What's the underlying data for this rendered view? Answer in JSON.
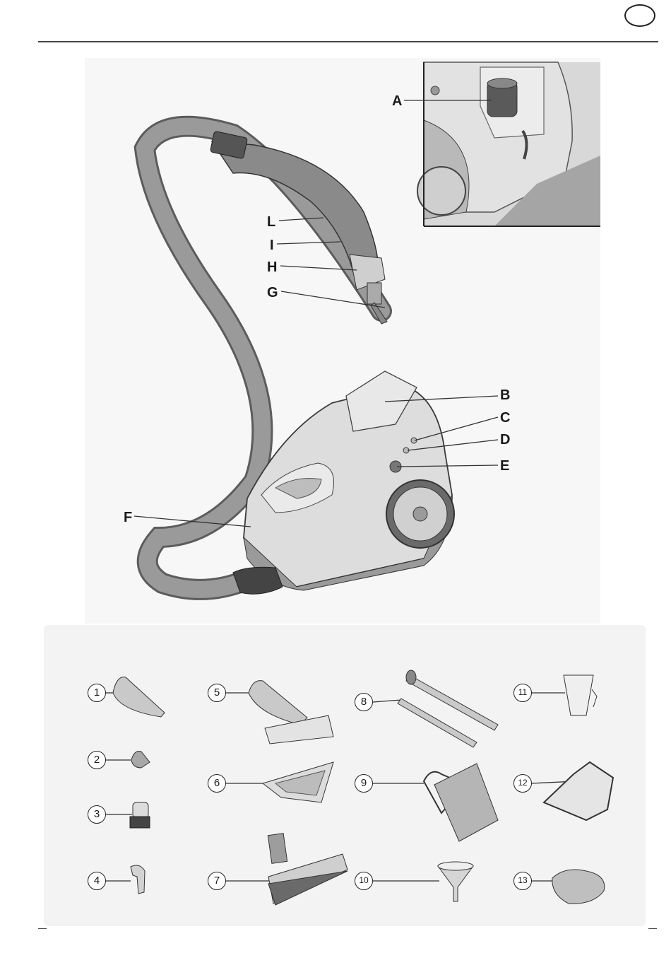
{
  "header": {
    "language_badge": ""
  },
  "main_unit": {
    "callouts": {
      "A": "A",
      "B": "B",
      "C": "C",
      "D": "D",
      "E": "E",
      "F": "F",
      "G": "G",
      "H": "H",
      "I": "I",
      "L": "L"
    }
  },
  "accessories": {
    "items": [
      {
        "number": "1"
      },
      {
        "number": "2"
      },
      {
        "number": "3"
      },
      {
        "number": "4"
      },
      {
        "number": "5"
      },
      {
        "number": "6"
      },
      {
        "number": "7"
      },
      {
        "number": "8"
      },
      {
        "number": "9"
      },
      {
        "number": "10"
      },
      {
        "number": "11"
      },
      {
        "number": "12"
      },
      {
        "number": "13"
      }
    ]
  },
  "colors": {
    "hose": "#8d8d8d",
    "body": "#dcdcdc",
    "base": "#9a9a9a",
    "outline": "#3a3a3a",
    "panel": "#f3f3f3"
  }
}
